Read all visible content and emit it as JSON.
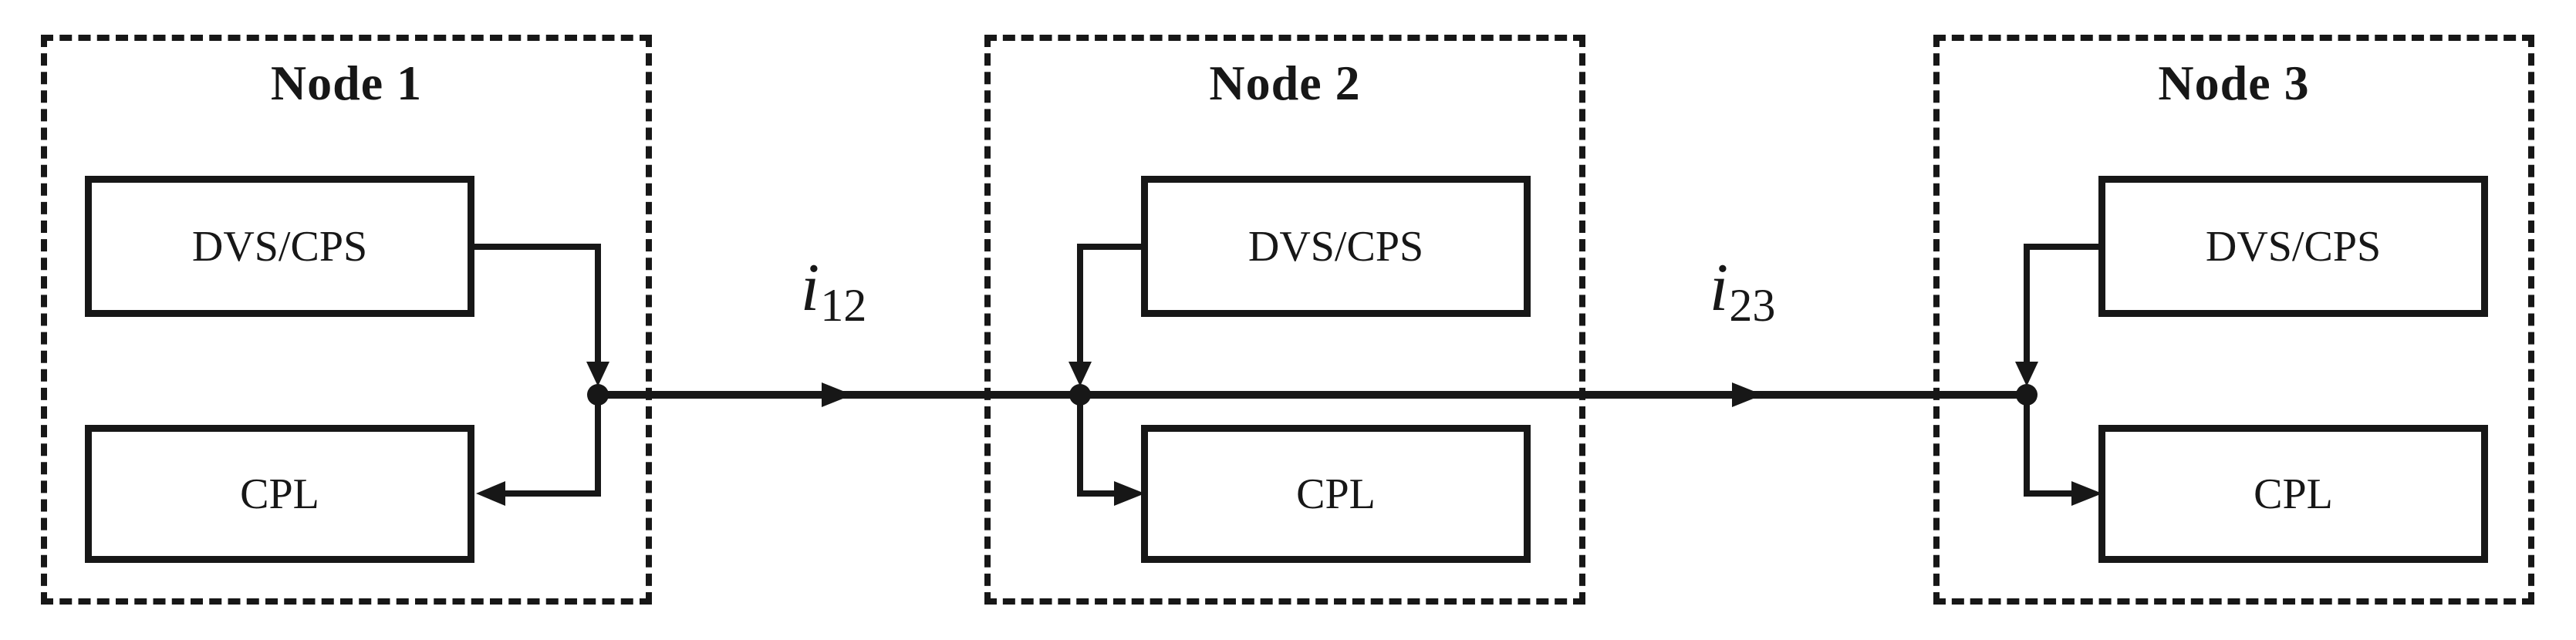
{
  "diagram": {
    "type": "dc-microgrid-block-diagram",
    "colors": {
      "ink": "#171717",
      "background": "#ffffff"
    },
    "nodes": [
      {
        "title": "Node 1",
        "source_block": "DVS/CPS",
        "load_block": "CPL"
      },
      {
        "title": "Node 2",
        "source_block": "DVS/CPS",
        "load_block": "CPL"
      },
      {
        "title": "Node 3",
        "source_block": "DVS/CPS",
        "load_block": "CPL"
      }
    ],
    "line_currents": [
      {
        "symbol": "i",
        "subscript": "12",
        "from": "Node 1",
        "to": "Node 2"
      },
      {
        "symbol": "i",
        "subscript": "23",
        "from": "Node 2",
        "to": "Node 3"
      }
    ]
  }
}
